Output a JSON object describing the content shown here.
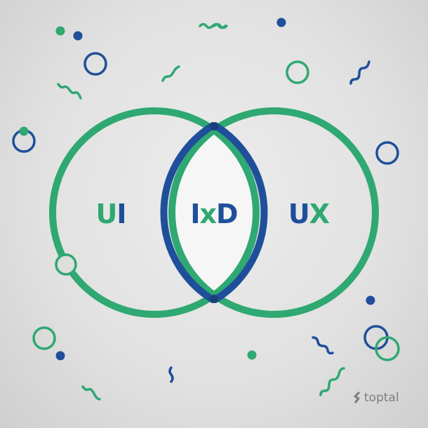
{
  "diagram": {
    "type": "venn",
    "colors": {
      "green": "#2fa872",
      "blue": "#1f4f9a",
      "background": "#e4e4e4"
    },
    "sets": [
      {
        "id": "left",
        "label_parts": [
          {
            "text": "U",
            "color": "green"
          },
          {
            "text": "I",
            "color": "blue"
          }
        ],
        "label": "UI",
        "stroke": "green"
      },
      {
        "id": "right",
        "label_parts": [
          {
            "text": "U",
            "color": "blue"
          },
          {
            "text": "X",
            "color": "green"
          }
        ],
        "label": "UX",
        "stroke": "green"
      }
    ],
    "intersection": {
      "label": "IxD",
      "label_parts": [
        {
          "text": "I",
          "color": "blue"
        },
        {
          "text": "x",
          "color": "green"
        },
        {
          "text": "D",
          "color": "blue"
        }
      ],
      "stroke": "blue"
    }
  },
  "labels": {
    "ui_u": "U",
    "ui_i": "I",
    "ixd_i": "I",
    "ixd_x": "x",
    "ixd_d": "D",
    "ux_u": "U",
    "ux_x": "X"
  },
  "brand": {
    "name": "toptal",
    "icon": "toptal-logo-icon"
  }
}
